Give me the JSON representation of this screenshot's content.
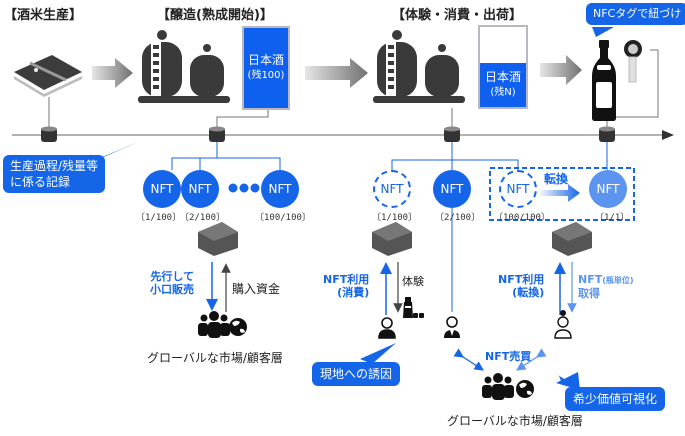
{
  "stages": {
    "rice": "【酒米生産】",
    "brewing": "【醸造(熟成開始)】",
    "experience": "【体験・消費・出荷】"
  },
  "colors": {
    "accent": "#1565e8",
    "accent_light": "#5b95f0",
    "sake_fill": "#1060f0",
    "icon_dark": "#3a3a3a",
    "timeline": "#555555"
  },
  "sake_tanks": [
    {
      "label": "日本酒",
      "remaining": "(残100)",
      "fill_fraction": 1.0
    },
    {
      "label": "日本酒",
      "remaining": "(残N)",
      "fill_fraction": 0.45
    }
  ],
  "callouts": {
    "nfc_tag": "NFCタグで紐づけ",
    "record": [
      "生産過程/残量等",
      "に係る記録"
    ],
    "invite": "現地への誘因",
    "rarity": "希少価値可視化"
  },
  "nft_group_left": [
    {
      "text": "NFT",
      "label": "〔1/100〕",
      "style": "solid"
    },
    {
      "text": "NFT",
      "label": "〔2/100〕",
      "style": "solid"
    },
    {
      "text": "NFT",
      "label": "〔100/100〕",
      "style": "solid"
    }
  ],
  "nft_group_right": [
    {
      "text": "NFT",
      "label": "〔1/100〕",
      "style": "dashed"
    },
    {
      "text": "NFT",
      "label": "〔2/100〕",
      "style": "solid"
    },
    {
      "text": "NFT",
      "label": "〔100/100〕",
      "style": "dashed"
    },
    {
      "text": "NFT",
      "label": "〔1/1〕",
      "style": "light"
    }
  ],
  "conversion_label": "転換",
  "flows": {
    "presale": [
      "先行して",
      "小口販売"
    ],
    "purchase_funds": "購入資金",
    "nft_use_consume": [
      "NFT利用",
      "(消費)"
    ],
    "experience": "体験",
    "nft_use_convert": [
      "NFT利用",
      "(転換)"
    ],
    "nft_acquire": [
      "NFT",
      "(瓶単位)",
      "取得"
    ],
    "nft_trade": "NFT売買"
  },
  "markets": {
    "left": "グローバルな市場/顧客層",
    "bottom": "グローバルな市場/顧客層"
  }
}
